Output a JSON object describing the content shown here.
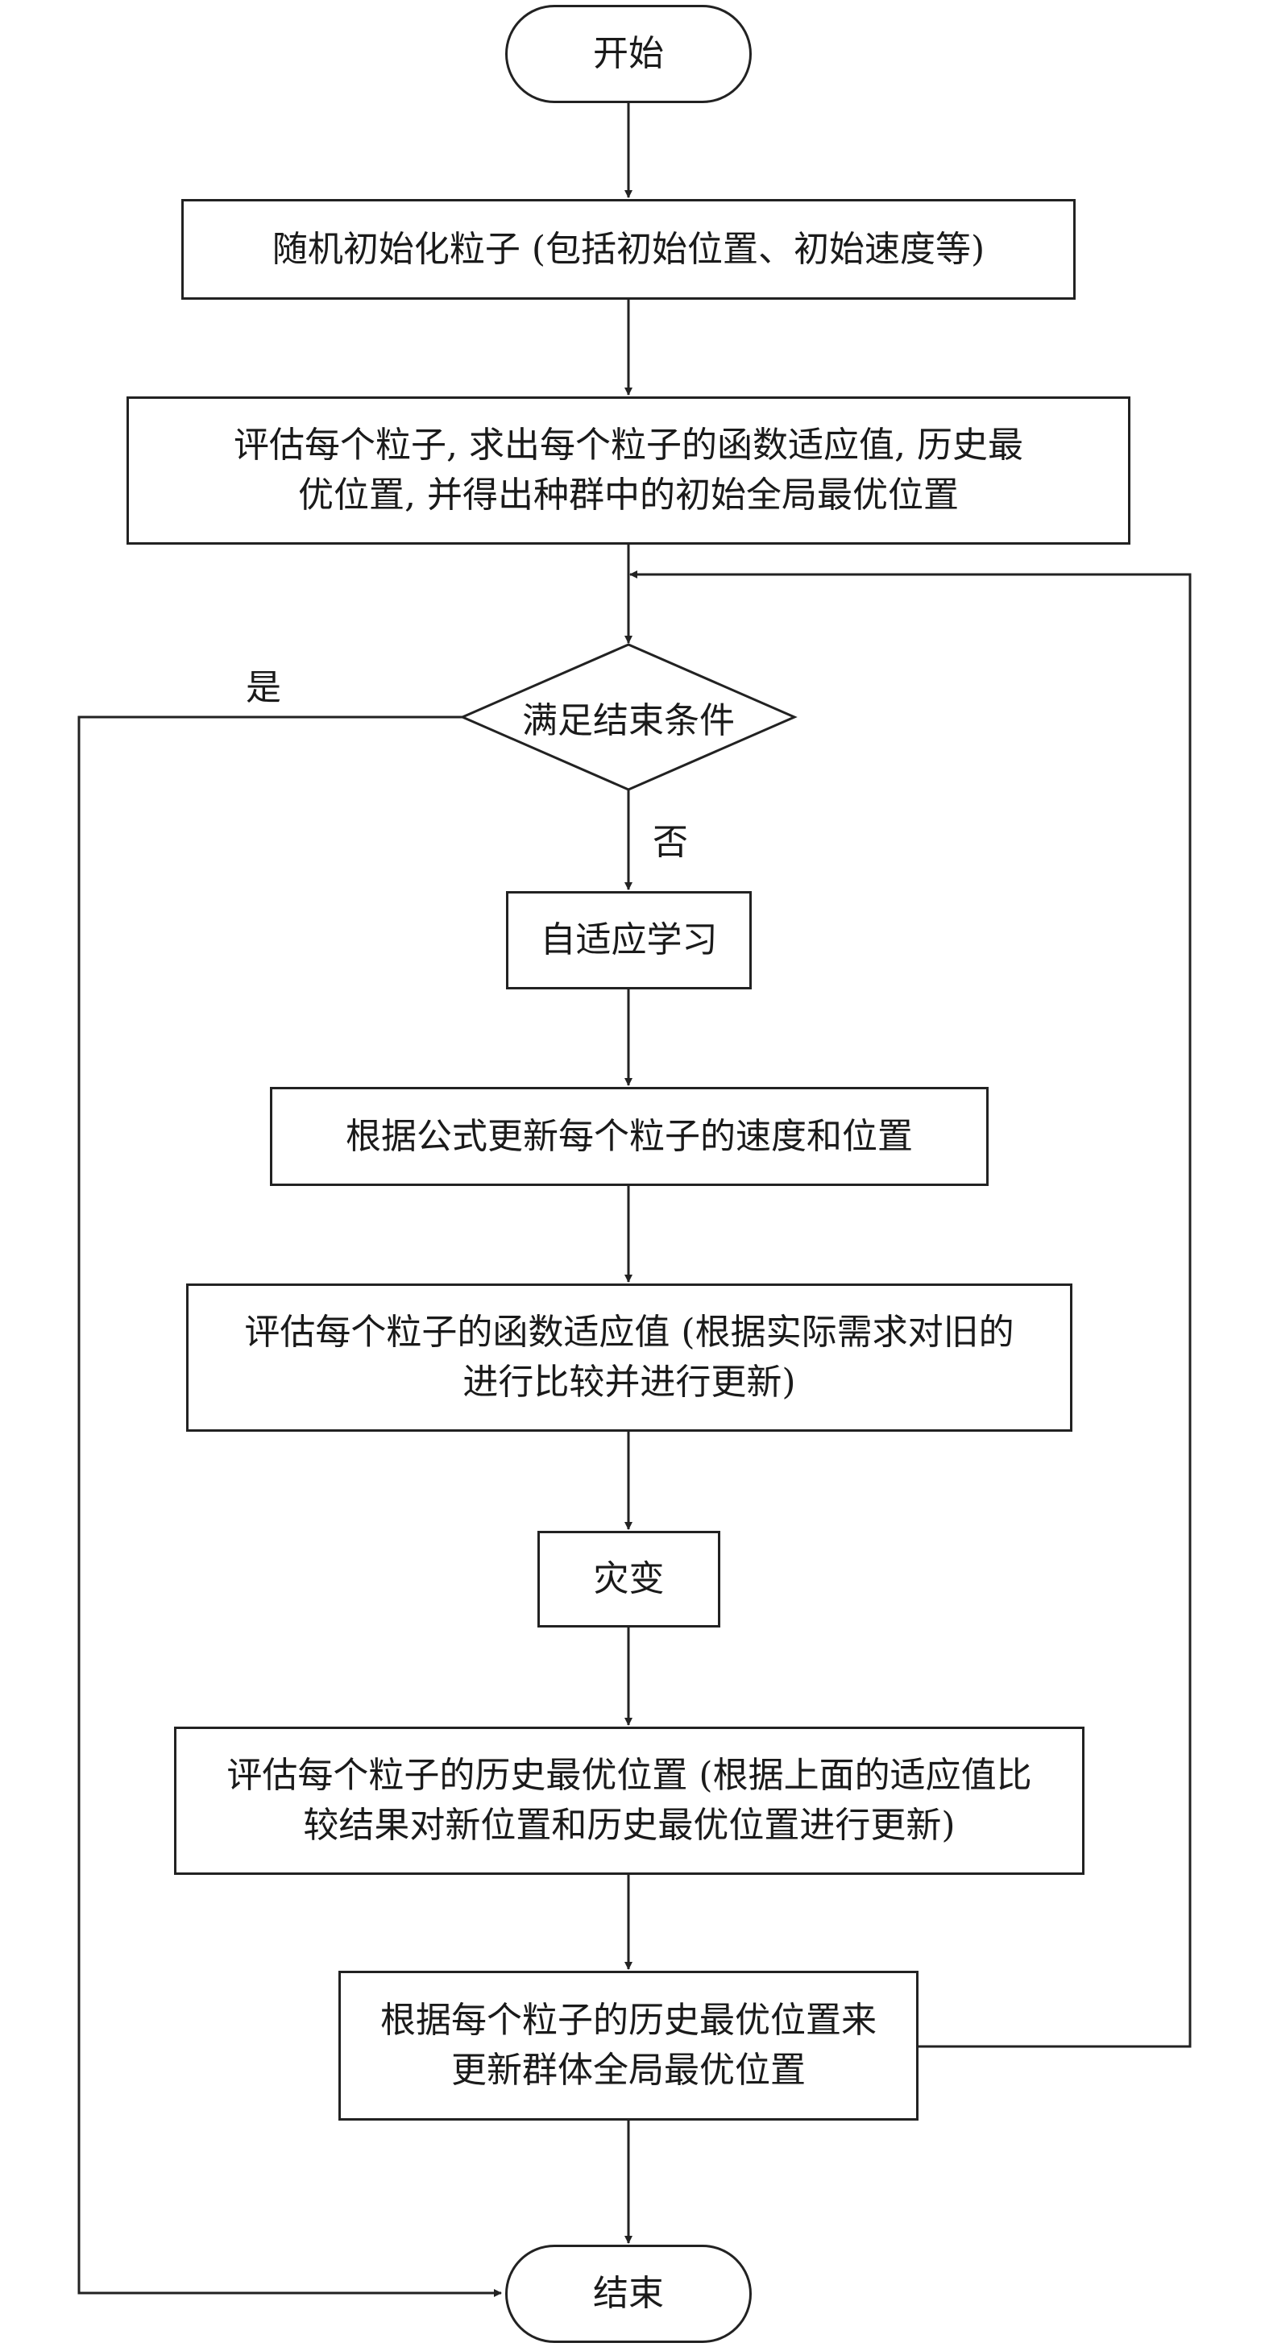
{
  "nodes": {
    "start": "开始",
    "init": "随机初始化粒子 (包括初始位置、初始速度等)",
    "evaluate_initial": "评估每个粒子, 求出每个粒子的函数适应值, 历史最优位置, 并得出种群中的初始全局最优位置",
    "condition": "满足结束条件",
    "adaptive_learning": "自适应学习",
    "update_velocity": "根据公式更新每个粒子的速度和位置",
    "evaluate_fitness": "评估每个粒子的函数适应值 (根据实际需求对旧的进行比较并进行更新)",
    "mutation": "灾变",
    "evaluate_history": "评估每个粒子的历史最优位置 (根据上面的适应值比较结果对新位置和历史最优位置进行更新)",
    "update_global": "根据每个粒子的历史最优位置来更新群体全局最优位置",
    "end": "结束"
  },
  "edge_labels": {
    "yes": "是",
    "no": "否"
  }
}
